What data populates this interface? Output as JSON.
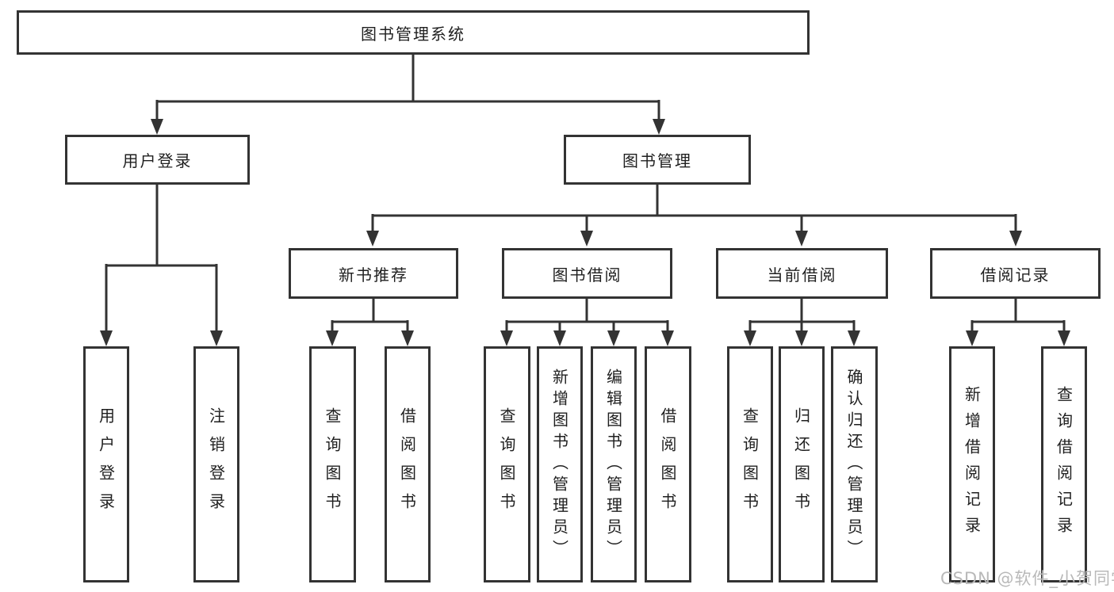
{
  "diagram": {
    "title": "图书管理系统",
    "level2": {
      "user_login": "用户登录",
      "book_management": "图书管理"
    },
    "level3": {
      "new_book_recommend": "新书推荐",
      "book_borrow": "图书借阅",
      "current_borrow": "当前借阅",
      "borrow_records": "借阅记录"
    },
    "leaves": {
      "user_login": "用户登录",
      "logout": "注销登录",
      "recommend_query_books": "查询图书",
      "recommend_borrow_books": "借阅图书",
      "borrow_query_books": "查询图书",
      "borrow_add_books": "新增图书（管理员）",
      "borrow_edit_books": "编辑图书（管理员）",
      "borrow_borrow_books": "借阅图书",
      "current_query_books": "查询图书",
      "current_return_books": "归还图书",
      "current_confirm_return": "确认归还（管理员）",
      "records_add_record": "新增借阅记录",
      "records_query_record": "查询借阅记录"
    }
  },
  "watermark": "CSDN @软件_小贺同学",
  "colors": {
    "line": "#333333",
    "box_border": "#333333",
    "text": "#1f1f1f",
    "watermark": "#b9b9b9",
    "background": "#ffffff"
  }
}
